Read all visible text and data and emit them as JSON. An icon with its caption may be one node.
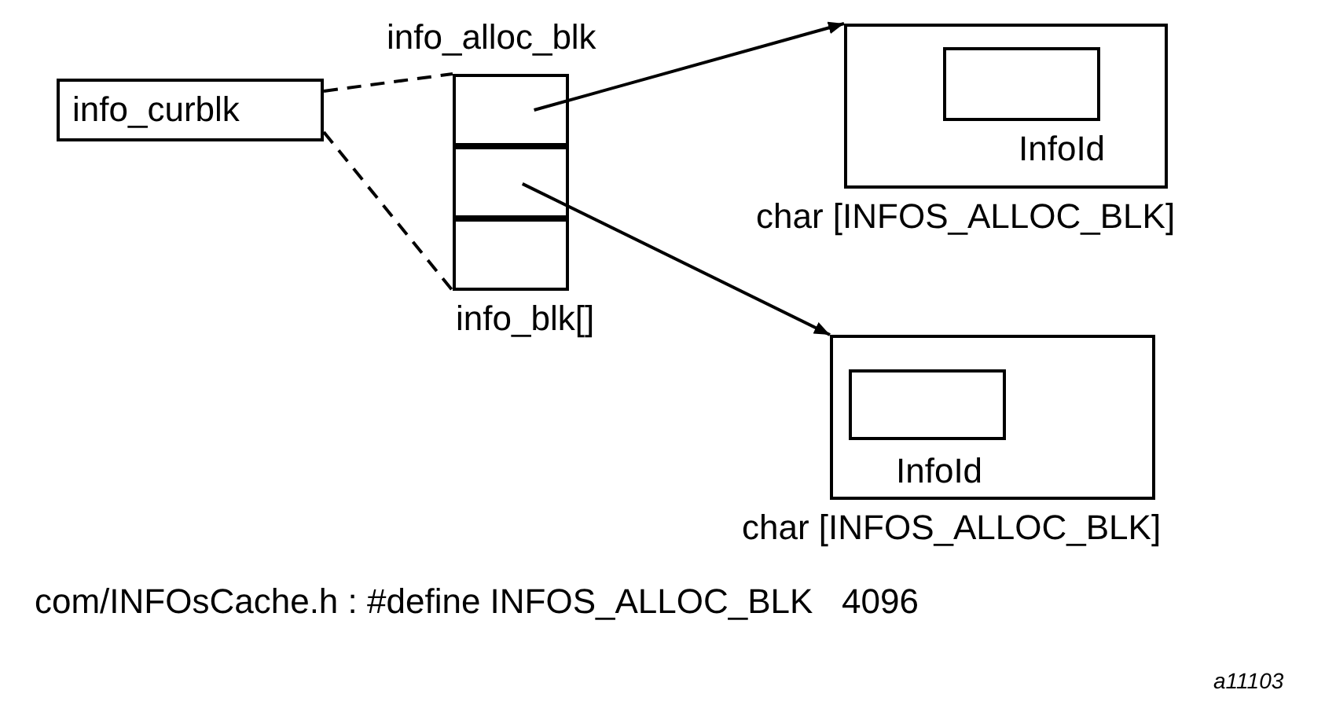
{
  "diagram": {
    "nodes": [
      {
        "text": [
          "info_curblk"
        ]
      },
      {
        "text": [
          "info_alloc_blk"
        ],
        "beside": [
          "info_blk[]"
        ]
      },
      {
        "text": [],
        "shape": "box",
        "in": 1
      },
      {
        "text": [],
        "shape": "box",
        "in": 1
      },
      {
        "text": [],
        "shape": "box",
        "in": 1
      },
      {
        "text": [],
        "shape": "box",
        "beside": [
          "char [INFOS_ALLOC_BLK]"
        ]
      },
      {
        "text": [],
        "shape": "box",
        "beside": [
          "InfoId"
        ],
        "in": 5
      },
      {
        "text": [],
        "shape": "box",
        "beside": [
          "char [INFOS_ALLOC_BLK]"
        ]
      },
      {
        "text": [],
        "shape": "box",
        "beside": [
          "InfoId"
        ],
        "in": 7
      }
    ],
    "edges": [
      {
        "from": 0,
        "to": 1,
        "arrow": "none",
        "style": "dashed"
      },
      {
        "from": 0,
        "to": 1,
        "arrow": "none",
        "style": "dashed"
      },
      {
        "from": 2,
        "to": 5,
        "arrow": "to"
      },
      {
        "from": 3,
        "to": 7,
        "arrow": "to"
      }
    ],
    "labels": [
      "com/INFOsCache.h : #define INFOS_ALLOC_BLK   4096",
      "a11103"
    ]
  }
}
